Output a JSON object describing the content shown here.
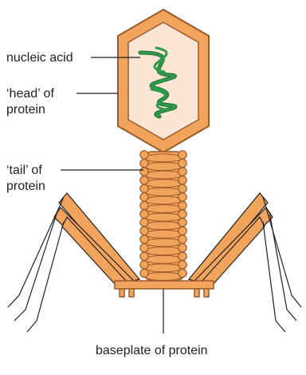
{
  "labels": {
    "nucleic_acid": "nucleic acid",
    "head_line1": "‘head’ of",
    "head_line2": "protein",
    "tail_line1": "‘tail’ of",
    "tail_line2": "protein",
    "baseplate": "baseplate of protein"
  },
  "colors": {
    "capsid_outer": "#f2a45c",
    "capsid_inner": "#fbe6d6",
    "outline": "#9a5a2a",
    "dna": "#2e9a4a",
    "tail": "#f2a45c",
    "fiber_fill": "#f2a45c",
    "fiber_edge": "#222222",
    "leader_line": "#222222"
  }
}
